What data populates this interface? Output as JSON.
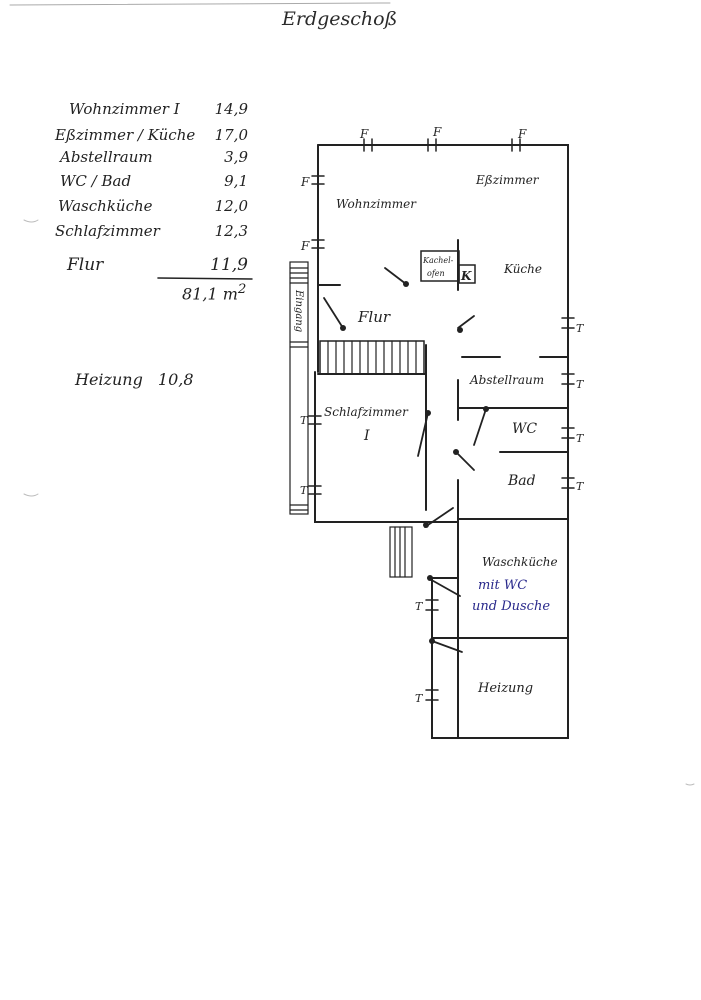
{
  "title": "Erdgeschoß",
  "area_list": [
    {
      "room": "Wohnzimmer I",
      "value": "14,9"
    },
    {
      "room": "Eßzimmer / Küche",
      "value": "17,0"
    },
    {
      "room": "Abstellraum",
      "value": "3,9"
    },
    {
      "room": "WC / Bad",
      "value": "9,1"
    },
    {
      "room": "Waschküche",
      "value": "12,0"
    },
    {
      "room": "Schlafzimmer",
      "value": "12,3"
    },
    {
      "room": "Flur",
      "value": "11,9"
    }
  ],
  "total": {
    "value": "81,1",
    "unit": "m",
    "exp": "2"
  },
  "heizung_note": {
    "label": "Heizung",
    "value": "10,8"
  },
  "rooms": {
    "wohnzimmer": "Wohnzimmer",
    "esszimmer": "Eßzimmer",
    "kueche": "Küche",
    "flur": "Flur",
    "eingang": "Eingang",
    "abstellraum": "Abstellraum",
    "schlafzimmer": "Schlafzimmer",
    "schlafzimmer_num": "I",
    "wc": "WC",
    "bad": "Bad",
    "waschkueche": "Waschküche",
    "waschkueche_note1": "mit WC",
    "waschkueche_note2": "und Dusche",
    "heizung": "Heizung"
  },
  "fixtures": {
    "kachelofen_1": "Kachel-",
    "kachelofen_2": "ofen",
    "kamin": "K",
    "fenster": "F",
    "tuer": "T"
  },
  "colors": {
    "ink": "#222222",
    "blue_ink": "#2a2a8c"
  }
}
